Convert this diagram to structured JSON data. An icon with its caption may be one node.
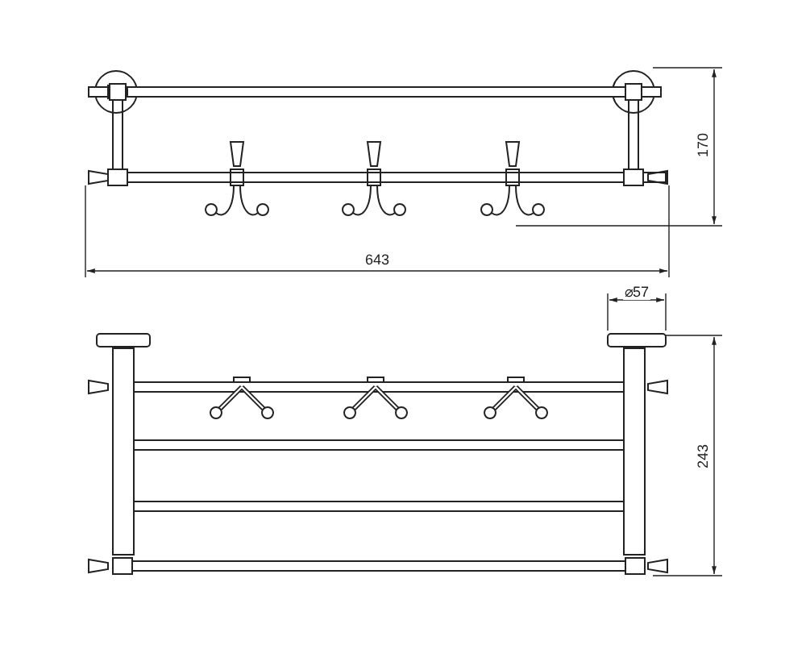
{
  "diagram": {
    "labels": [
      "170",
      "643",
      "⌀57",
      "243"
    ]
  }
}
